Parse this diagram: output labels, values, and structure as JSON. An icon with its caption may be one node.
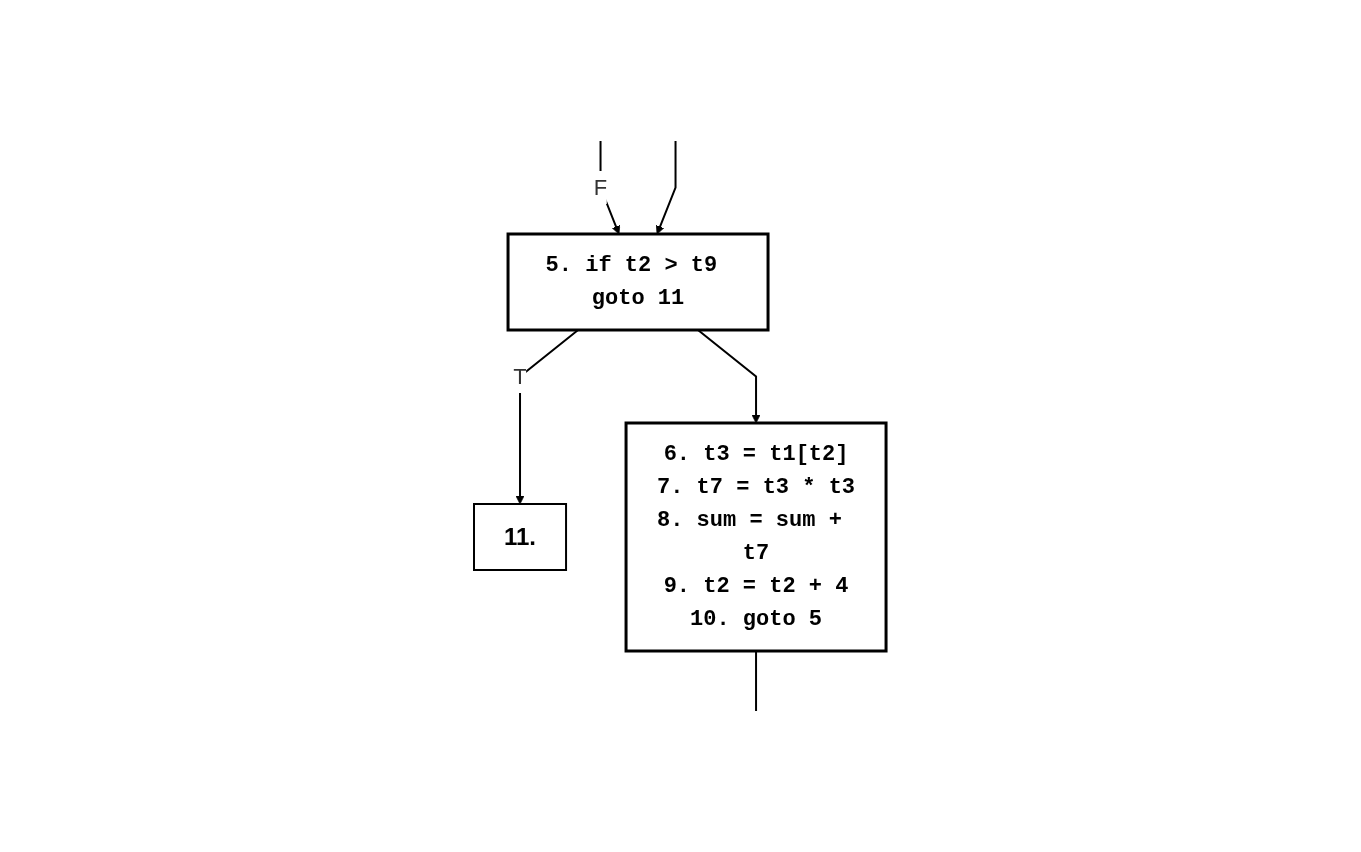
{
  "diagram": {
    "nodes": [
      {
        "text": [
          "5. if t2 > t9 goto 11"
        ]
      },
      {
        "text": [
          "11."
        ]
      },
      {
        "text": [
          "6. t3 = t1[t2]",
          "7. t7 = t3 * t3",
          "8. sum = sum + t7",
          "9. t2 = t2 + 4",
          "10. goto 5"
        ]
      }
    ],
    "edges": [
      {
        "from": null,
        "to": 0,
        "arrow": "to",
        "label": "F"
      },
      {
        "from": null,
        "to": 0,
        "arrow": "to"
      },
      {
        "from": 0,
        "to": 1,
        "arrow": "to",
        "label": "T"
      },
      {
        "from": 0,
        "to": 2,
        "arrow": "to"
      },
      {
        "from": 2,
        "to": null,
        "arrow": "none"
      }
    ]
  }
}
